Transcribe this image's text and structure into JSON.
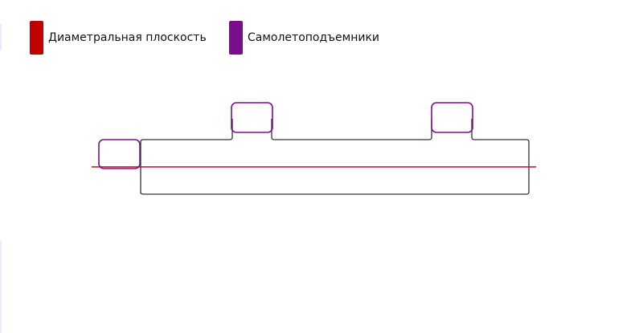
{
  "legend": {
    "items": [
      {
        "label": "Диаметральная плоскость",
        "color": "#c00000",
        "icon": "red-swatch"
      },
      {
        "label": "Самолетоподъемники",
        "color": "#7a0f8c",
        "icon": "purple-swatch"
      }
    ]
  },
  "diagram": {
    "hull_outline_color": "#333333",
    "centerline_color": "#b4142c",
    "elevator_color": "#7a0f8c",
    "elevator_count": 3
  }
}
